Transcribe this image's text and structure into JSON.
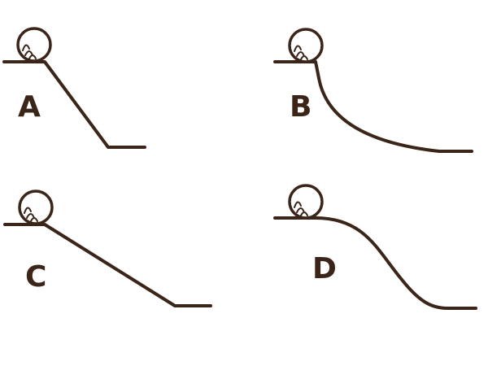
{
  "colors": {
    "ink": "#3a2518",
    "background": "#ffffff"
  },
  "panels": [
    {
      "label": "A",
      "ramp_shape": "straight-steep"
    },
    {
      "label": "B",
      "ramp_shape": "concave-curve"
    },
    {
      "label": "C",
      "ramp_shape": "straight-shallow"
    },
    {
      "label": "D",
      "ramp_shape": "s-curve"
    }
  ]
}
